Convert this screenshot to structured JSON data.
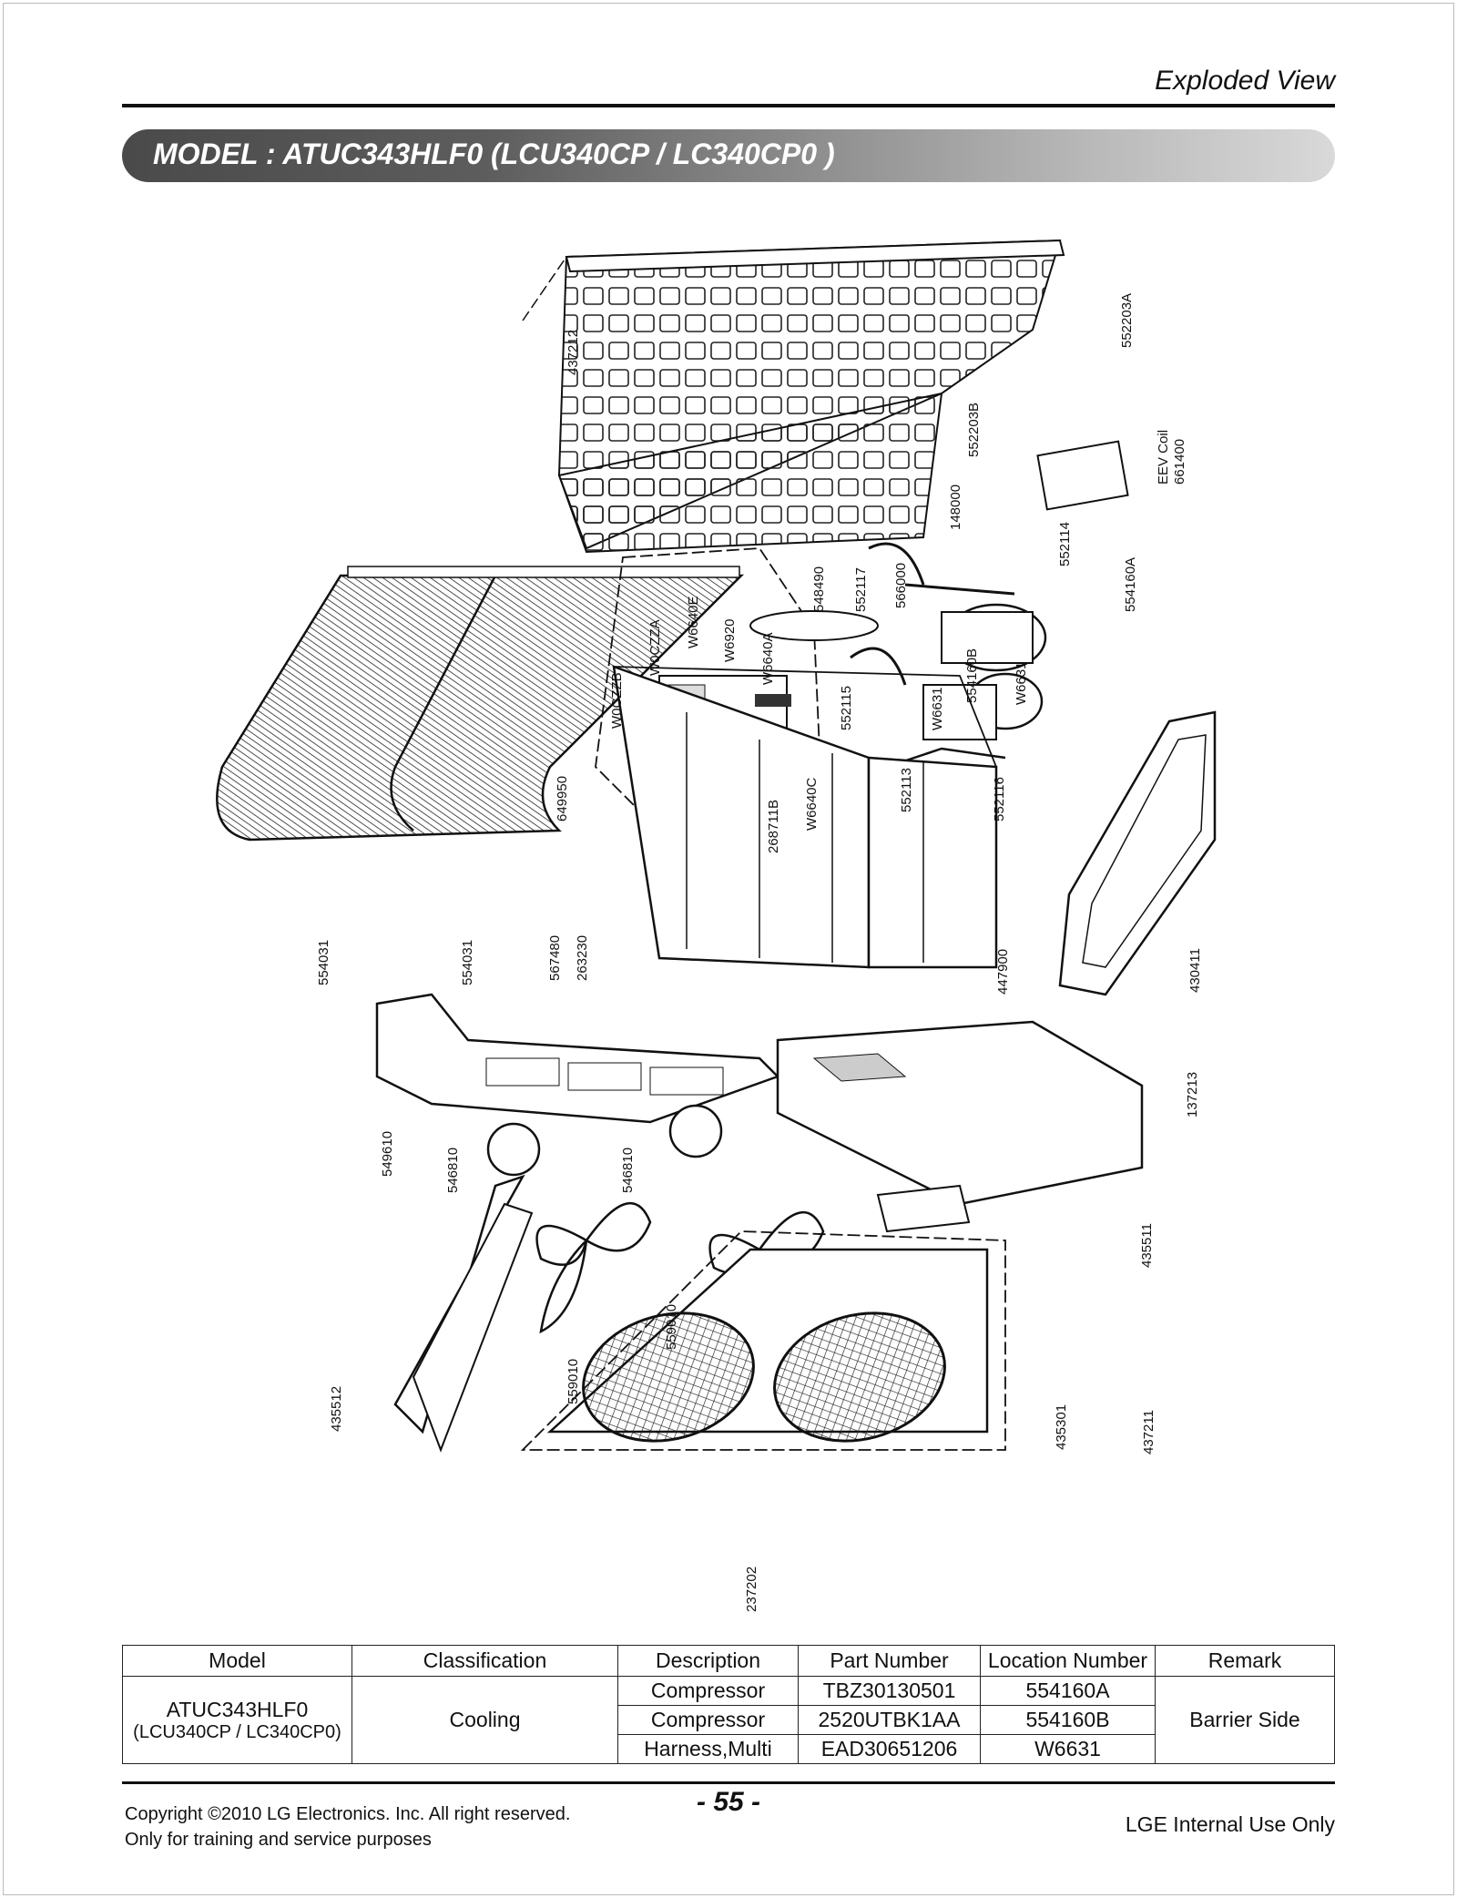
{
  "header": {
    "section_title": "Exploded View",
    "model_banner": "MODEL : ATUC343HLF0 (LCU340CP / LC340CP0 )"
  },
  "diagram": {
    "part_labels": {
      "p437212": "437212",
      "p552203A": "552203A",
      "p552203B": "552203B",
      "p148000": "148000",
      "eev_coil": "EEV Coil",
      "p661400": "661400",
      "p552114": "552114",
      "p554160A": "554160A",
      "p548490": "548490",
      "p552117": "552117",
      "p566000": "566000",
      "pW6640E": "W6640E",
      "pW6920": "W6920",
      "pW0CZZA": "W0CZZA",
      "pW6640A": "W6640A",
      "pW0CZZB": "W0CZZB",
      "p554160B": "554160B",
      "pW6631a": "W6631",
      "pW6631b": "W6631",
      "p552115": "552115",
      "p649950": "649950",
      "p552113": "552113",
      "p552116": "552116",
      "p268711B": "268711B",
      "pW6640C": "W6640C",
      "p554031a": "554031",
      "p554031b": "554031",
      "p567480": "567480",
      "p263230": "263230",
      "p447900": "447900",
      "p430411": "430411",
      "p137213": "137213",
      "p549610": "549610",
      "p546810a": "546810",
      "p546810b": "546810",
      "p435511": "435511",
      "p559010a": "559010",
      "p559010b": "559010",
      "p435512": "435512",
      "p437211": "437211",
      "p435301": "435301",
      "p237202": "237202"
    }
  },
  "table": {
    "headers": [
      "Model",
      "Classification",
      "Description",
      "Part Number",
      "Location Number",
      "Remark"
    ],
    "model_line1": "ATUC343HLF0",
    "model_line2": "(LCU340CP / LC340CP0)",
    "classification": "Cooling",
    "remark": "Barrier Side",
    "rows": [
      [
        "Compressor",
        "TBZ30130501",
        "554160A"
      ],
      [
        "Compressor",
        "2520UTBK1AA",
        "554160B"
      ],
      [
        "Harness,Multi",
        "EAD30651206",
        "W6631"
      ]
    ]
  },
  "footer": {
    "copyright_line1": "Copyright ©2010 LG Electronics. Inc. All right reserved.",
    "copyright_line2": "Only for training and service purposes",
    "page_number": "- 55 -",
    "internal": "LGE Internal Use Only"
  }
}
